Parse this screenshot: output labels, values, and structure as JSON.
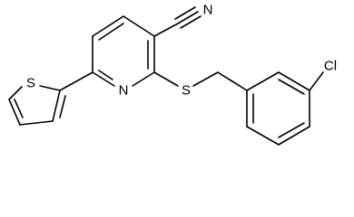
{
  "structure": {
    "atoms": {
      "nitrile_n": "N",
      "pyridine_n": "N",
      "thioether_s": "S",
      "thiophene_s": "S",
      "chlorine": "Cl"
    },
    "colors": {
      "bond": "#000000",
      "label": "#000000",
      "background": "#ffffff"
    }
  }
}
